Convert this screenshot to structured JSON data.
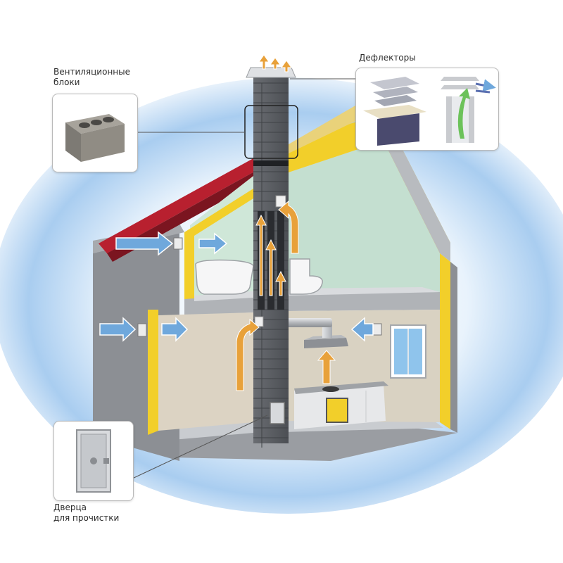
{
  "labels": {
    "ventilation_blocks": [
      "Вентиляционные",
      "блоки"
    ],
    "deflectors": "Дефлекторы",
    "cleaning_door": [
      "Дверца",
      "для прочистки"
    ]
  },
  "colors": {
    "airflow_in": "#6fa8dc",
    "airflow_out": "#e8a13a",
    "insulation": "#f2cf2a",
    "roof": "#b8202f",
    "wall_outer": "#8c8f94",
    "chimney": "#5b5e63",
    "upper_room": "#cfe7d8",
    "lower_room": "#dcd3c3",
    "sky_glow": "#9fc7ef"
  }
}
